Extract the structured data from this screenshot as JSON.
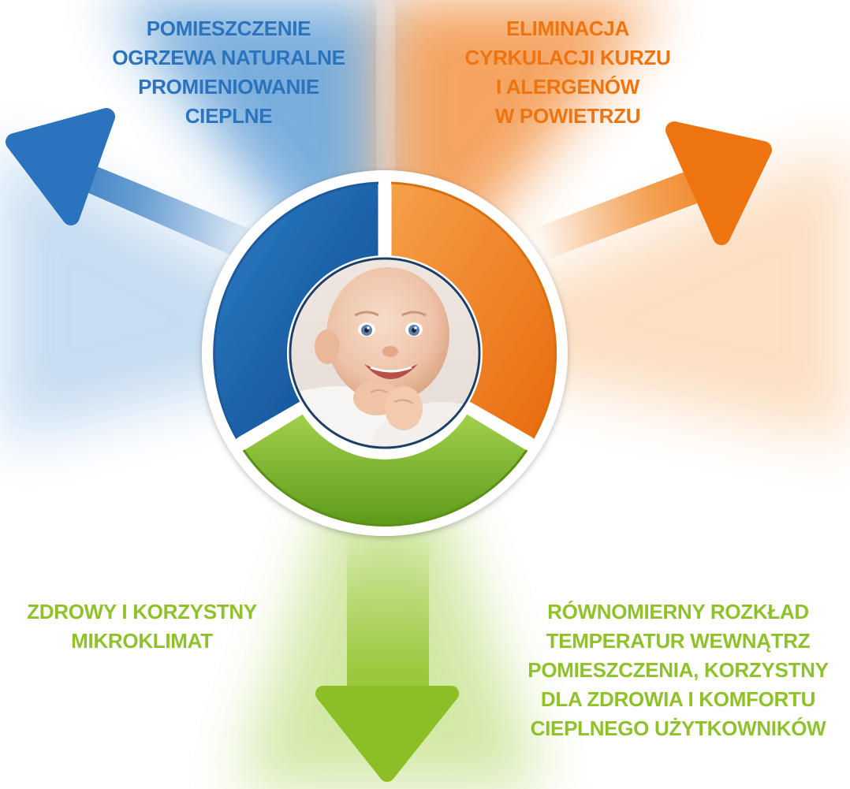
{
  "colors": {
    "blue": "#2b74bd",
    "orange": "#ee7410",
    "green": "#8fc12a"
  },
  "labels": {
    "top_left": {
      "lines": [
        "POMIESZCZENIE",
        "OGRZEWA NATURALNE",
        "PROMIENIOWANIE",
        "CIEPLNE"
      ]
    },
    "top_right": {
      "lines": [
        "ELIMINACJA",
        "CYRKULACJI KURZU",
        "I ALERGENÓW",
        "W POWIETRZU"
      ]
    },
    "bottom_left": {
      "lines": [
        "ZDROWY I KORZYSTNY",
        "MIKROKLIMAT"
      ]
    },
    "bottom_right": {
      "lines": [
        "RÓWNOMIERNY ROZKŁAD",
        "TEMPERATUR WEWNĄTRZ",
        "POMIESZCZENIA, KORZYSTNY",
        "DLA ZDROWIA I KOMFORTU",
        "CIEPLNEGO UŻYTKOWNIKÓW"
      ]
    }
  },
  "center": {
    "image": "smiling-baby-photo"
  },
  "icons": {
    "blue_arrow": "arrow-up-left-icon",
    "orange_arrow": "arrow-up-right-icon",
    "green_arrow": "arrow-down-icon"
  }
}
